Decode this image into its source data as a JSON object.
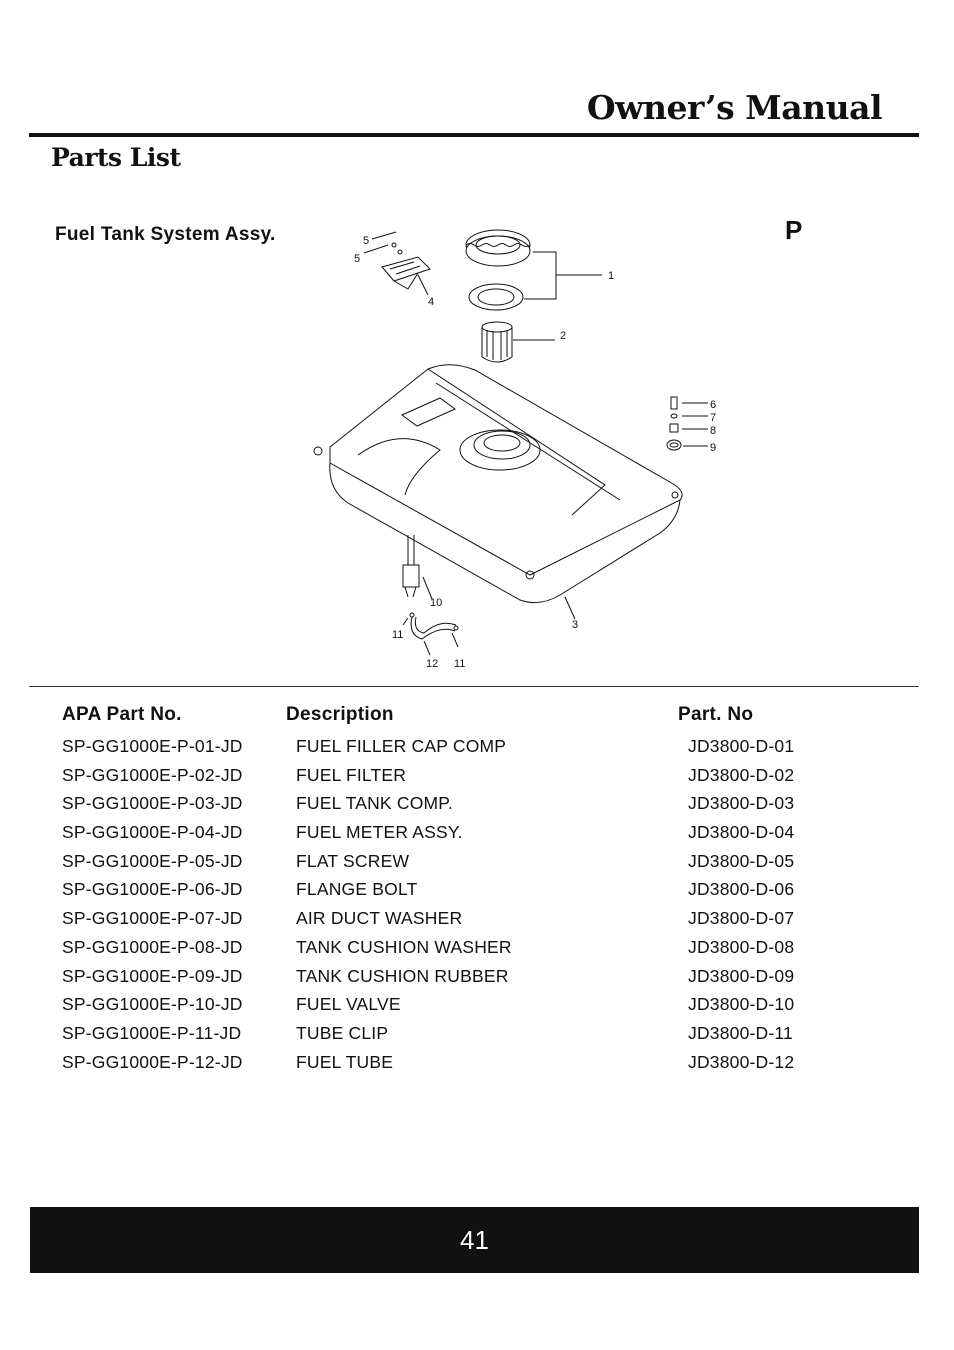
{
  "header": {
    "title": "Owner’s Manual"
  },
  "section": {
    "title": "Parts List"
  },
  "assembly": {
    "title": "Fuel Tank System Assy.",
    "marker": "P"
  },
  "diagram": {
    "labels": {
      "1": "1",
      "2": "2",
      "3": "3",
      "4": "4",
      "5a": "5",
      "5b": "5",
      "6": "6",
      "7": "7",
      "8": "8",
      "9": "9",
      "10": "10",
      "11a": "11",
      "11b": "11",
      "12": "12"
    }
  },
  "table": {
    "headers": {
      "apa": "APA Part No.",
      "desc": "Description",
      "part": "Part. No"
    },
    "rows": [
      {
        "apa": "SP-GG1000E-P-01-JD",
        "desc": "FUEL FILLER CAP COMP",
        "part": "JD3800-D-01"
      },
      {
        "apa": "SP-GG1000E-P-02-JD",
        "desc": "FUEL FILTER",
        "part": "JD3800-D-02"
      },
      {
        "apa": "SP-GG1000E-P-03-JD",
        "desc": "FUEL TANK COMP.",
        "part": "JD3800-D-03"
      },
      {
        "apa": "SP-GG1000E-P-04-JD",
        "desc": "FUEL METER ASSY.",
        "part": "JD3800-D-04"
      },
      {
        "apa": "SP-GG1000E-P-05-JD",
        "desc": "FLAT SCREW",
        "part": "JD3800-D-05"
      },
      {
        "apa": "SP-GG1000E-P-06-JD",
        "desc": "FLANGE BOLT",
        "part": "JD3800-D-06"
      },
      {
        "apa": "SP-GG1000E-P-07-JD",
        "desc": "AIR DUCT WASHER",
        "part": "JD3800-D-07"
      },
      {
        "apa": "SP-GG1000E-P-08-JD",
        "desc": "TANK CUSHION WASHER",
        "part": "JD3800-D-08"
      },
      {
        "apa": "SP-GG1000E-P-09-JD",
        "desc": "TANK CUSHION RUBBER",
        "part": "JD3800-D-09"
      },
      {
        "apa": "SP-GG1000E-P-10-JD",
        "desc": "FUEL VALVE",
        "part": "JD3800-D-10"
      },
      {
        "apa": "SP-GG1000E-P-11-JD",
        "desc": "TUBE CLIP",
        "part": "JD3800-D-11"
      },
      {
        "apa": "SP-GG1000E-P-12-JD",
        "desc": "FUEL TUBE",
        "part": "JD3800-D-12"
      }
    ]
  },
  "footer": {
    "page": "41"
  }
}
